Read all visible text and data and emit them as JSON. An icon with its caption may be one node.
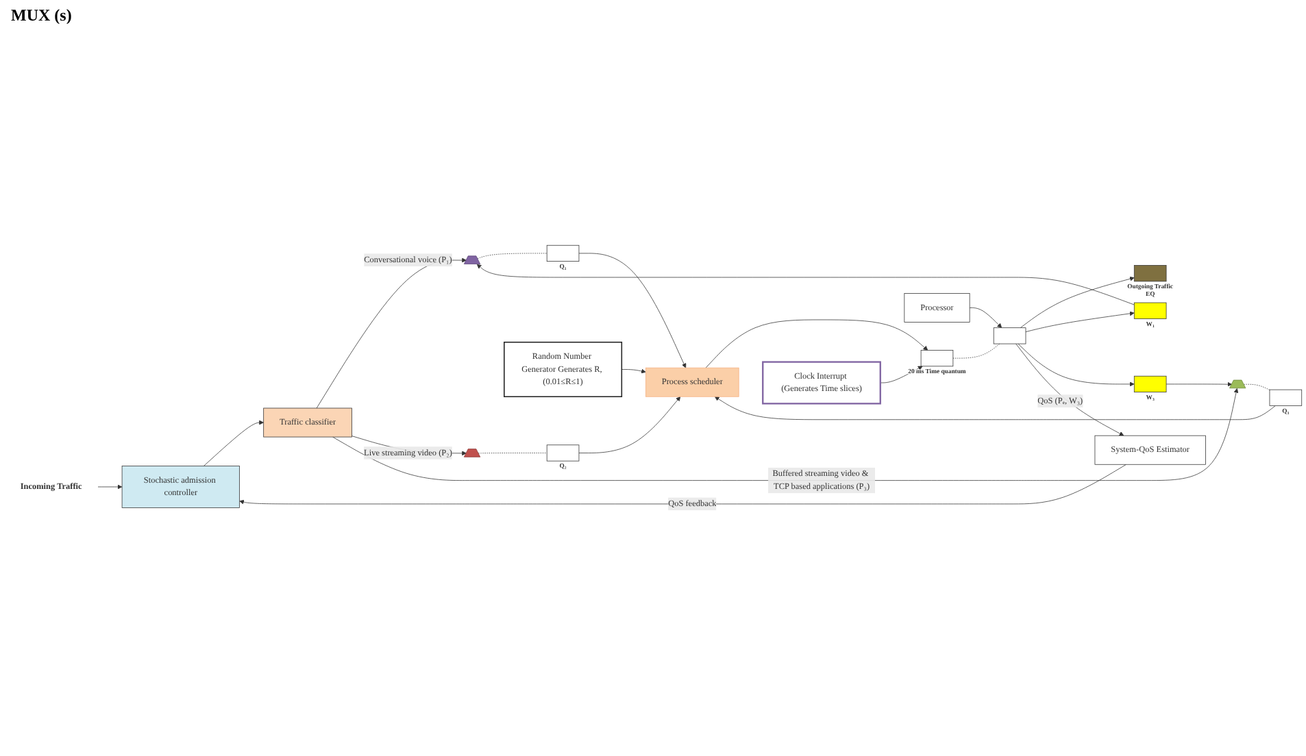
{
  "diagram": {
    "nodes": [
      {
        "text": [
          "Incoming Traffic"
        ]
      },
      {
        "text": [
          "Stochastic admission controller"
        ]
      },
      {
        "text": [
          "Traffic classifier"
        ]
      },
      {
        "text": [],
        "shape": "trapezoid"
      },
      {
        "text": [],
        "shape": "trapezoid"
      },
      {
        "text": [],
        "shape": "trapezoid"
      },
      {
        "text": [],
        "shape": "box",
        "beside": [
          "Q₁"
        ]
      },
      {
        "text": [],
        "shape": "box",
        "beside": [
          "Q₂"
        ]
      },
      {
        "text": [],
        "shape": "box",
        "beside": [
          "Q₃"
        ]
      },
      {
        "text": [
          "Random Number Generator Generates R, (0.01≤R≤1)"
        ]
      },
      {
        "text": [
          "Process scheduler"
        ]
      },
      {
        "text": [
          "Clock Interrupt (Generates Time slices)"
        ]
      },
      {
        "text": [],
        "shape": "box",
        "beside": [
          "20 ms Time quantum"
        ]
      },
      {
        "text": [
          "Processor"
        ]
      },
      {
        "text": [],
        "shape": "box"
      },
      {
        "text": [],
        "shape": "box",
        "beside": [
          "Outgoing Traffic",
          "EQ"
        ]
      },
      {
        "text": [],
        "shape": "box",
        "beside": [
          "W₁"
        ]
      },
      {
        "text": [],
        "shape": "box",
        "beside": [
          "W₃"
        ]
      },
      {
        "text": [
          "System-QoS Estimator"
        ]
      }
    ],
    "edges": [
      {
        "from": 0,
        "to": 1,
        "arrow": "to"
      },
      {
        "from": 1,
        "to": 2,
        "arrow": "to"
      },
      {
        "from": 2,
        "to": 3,
        "arrow": "to",
        "label": "Conversational voice (P₁)"
      },
      {
        "from": 2,
        "to": 4,
        "arrow": "to",
        "label": "Live streaming video (P₂)"
      },
      {
        "from": 2,
        "to": 5,
        "arrow": "to",
        "label": "Buffered streaming video & TCP based applications (P₃)"
      },
      {
        "from": 3,
        "to": 6,
        "arrow": "none",
        "style": "dashed"
      },
      {
        "from": 4,
        "to": 7,
        "arrow": "none",
        "style": "dashed"
      },
      {
        "from": 5,
        "to": 8,
        "arrow": "none",
        "style": "dashed"
      },
      {
        "from": 6,
        "to": 10,
        "arrow": "to"
      },
      {
        "from": 7,
        "to": 10,
        "arrow": "to"
      },
      {
        "from": 8,
        "to": 10,
        "arrow": "to"
      },
      {
        "from": 9,
        "to": 10,
        "arrow": "to"
      },
      {
        "from": 10,
        "to": 12,
        "arrow": "to"
      },
      {
        "from": 11,
        "to": 12,
        "arrow": "to"
      },
      {
        "from": 12,
        "to": 14,
        "arrow": "none",
        "style": "dashed"
      },
      {
        "from": 13,
        "to": 14,
        "arrow": "to"
      },
      {
        "from": 14,
        "to": 15,
        "arrow": "to"
      },
      {
        "from": 14,
        "to": 16,
        "arrow": "to"
      },
      {
        "from": 14,
        "to": 17,
        "arrow": "to"
      },
      {
        "from": 16,
        "to": 3,
        "arrow": "to"
      },
      {
        "from": 17,
        "to": 5,
        "arrow": "to"
      },
      {
        "from": 14,
        "to": 18,
        "arrow": "to",
        "label": "QoS (Pₑ, W₃)"
      },
      {
        "from": 18,
        "to": 1,
        "arrow": "to",
        "label": "QoS feedback"
      }
    ],
    "labels": [
      "MUX (s)"
    ]
  }
}
